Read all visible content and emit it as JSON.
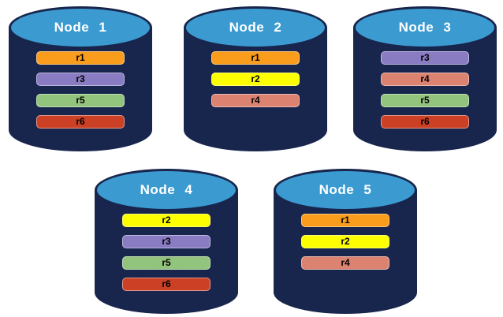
{
  "diagram": {
    "background": "#FFFFFF",
    "cylinder_body_color": "#18254C",
    "cylinder_top_color": "#3B9BD1",
    "cylinder_outline_color": "#18254C",
    "title_text_color": "#FFFFFF",
    "bar_text_color": "#000000"
  },
  "replica_colors": {
    "r1": "#FA9D1C",
    "r2": "#FDFF00",
    "r3": "#8A7CC3",
    "r4": "#DC8270",
    "r5": "#93C47D",
    "r6": "#CC4125"
  },
  "nodes": [
    {
      "title": "Node 1",
      "bars": [
        {
          "label": "r1"
        },
        {
          "label": "r3"
        },
        {
          "label": "r5"
        },
        {
          "label": "r6"
        }
      ]
    },
    {
      "title": "Node 2",
      "bars": [
        {
          "label": "r1"
        },
        {
          "label": "r2"
        },
        {
          "label": "r4"
        }
      ]
    },
    {
      "title": "Node 3",
      "bars": [
        {
          "label": "r3"
        },
        {
          "label": "r4"
        },
        {
          "label": "r5"
        },
        {
          "label": "r6"
        }
      ]
    },
    {
      "title": "Node 4",
      "bars": [
        {
          "label": "r2"
        },
        {
          "label": "r3"
        },
        {
          "label": "r5"
        },
        {
          "label": "r6"
        }
      ]
    },
    {
      "title": "Node 5",
      "bars": [
        {
          "label": "r1"
        },
        {
          "label": "r2"
        },
        {
          "label": "r4"
        }
      ]
    }
  ]
}
